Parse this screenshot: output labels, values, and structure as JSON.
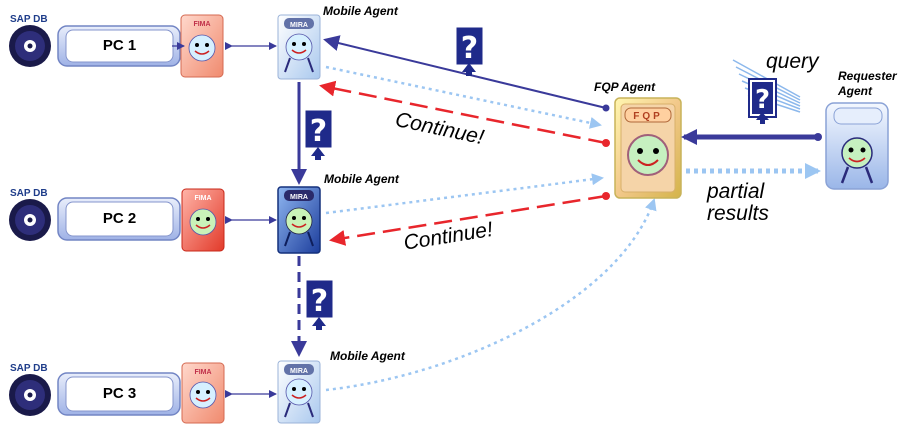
{
  "colors": {
    "dark_arrow": "#3a3a9a",
    "light_arrow": "#9cc6f2",
    "continue_arrow": "#e8262c",
    "db_text": "#1f3d8a"
  },
  "sources": [
    {
      "db_label": "SAP DB",
      "pc_label": "PC 1",
      "fima_label": "FIMA",
      "mira_label": "MIRA",
      "agent_title": "Mobile Agent"
    },
    {
      "db_label": "SAP DB",
      "pc_label": "PC 2",
      "fima_label": "FIMA",
      "mira_label": "MIRA",
      "agent_title": "Mobile Agent"
    },
    {
      "db_label": "SAP DB",
      "pc_label": "PC 3",
      "fima_label": "FIMA",
      "mira_label": "MIRA",
      "agent_title": "Mobile Agent"
    }
  ],
  "fqp": {
    "title": "FQP Agent",
    "tag": "FQP"
  },
  "requester": {
    "title_line1": "Requester",
    "title_line2": "Agent"
  },
  "labels": {
    "query": "query",
    "continue_1": "Continue!",
    "continue_2": "Continue!",
    "partial_line1": "partial",
    "partial_line2": "results"
  },
  "icons": [
    "question-mark-icon",
    "database-disk-icon",
    "smiley-agent-icon"
  ]
}
